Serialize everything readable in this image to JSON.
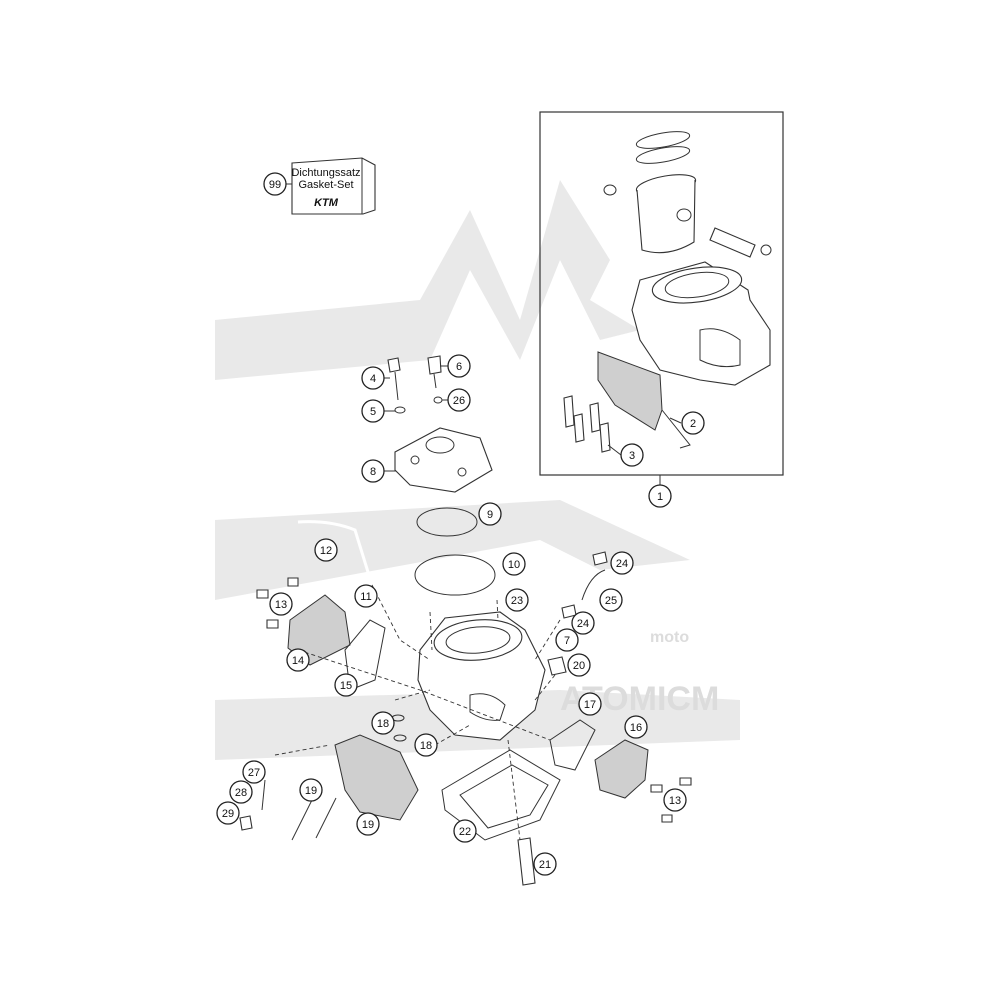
{
  "gasket_set": {
    "line1": "Dichtungssatz",
    "line2": "Gasket-Set",
    "logo": "KTM",
    "callout": "99"
  },
  "watermark": {
    "line1": "moto",
    "line2": "ATOMICM"
  },
  "callouts": {
    "c1": "1",
    "c2": "2",
    "c3": "3",
    "c4": "4",
    "c5": "5",
    "c6": "6",
    "c7": "7",
    "c8": "8",
    "c9": "9",
    "c10": "10",
    "c11": "11",
    "c12": "12",
    "c13a": "13",
    "c13b": "13",
    "c14": "14",
    "c15": "15",
    "c16": "16",
    "c17": "17",
    "c18a": "18",
    "c18b": "18",
    "c19a": "19",
    "c19b": "19",
    "c20": "20",
    "c21": "21",
    "c22": "22",
    "c23": "23",
    "c24a": "24",
    "c24b": "24",
    "c25": "25",
    "c26": "26",
    "c27": "27",
    "c28": "28",
    "c29": "29"
  }
}
